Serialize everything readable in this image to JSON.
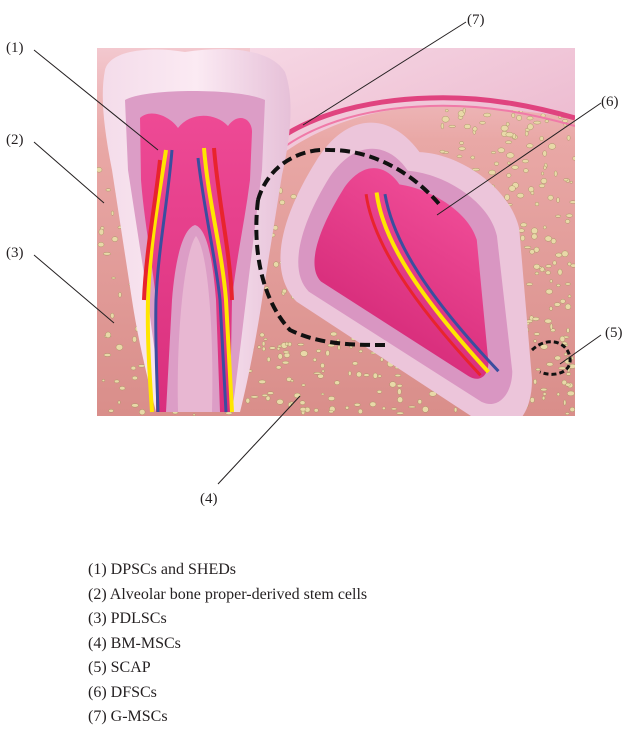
{
  "colors": {
    "background_tissue": "#e6a39a",
    "gum": "#f1c5d6",
    "enamel": "#ecd2e3",
    "dentin": "#d996c2",
    "pulp": "#e23385",
    "root_membrane": "#c27ab0",
    "bone_particles": "#e9d9a8",
    "nerve_yellow": "#ffe600",
    "nerve_red": "#e8242d",
    "nerve_blue": "#3a4e9f",
    "dashed_outline": "#111111"
  },
  "callouts": [
    {
      "id": "1",
      "text": "(1)"
    },
    {
      "id": "2",
      "text": "(2)"
    },
    {
      "id": "3",
      "text": "(3)"
    },
    {
      "id": "4",
      "text": "(4)"
    },
    {
      "id": "5",
      "text": "(5)"
    },
    {
      "id": "6",
      "text": "(6)"
    },
    {
      "id": "7",
      "text": "(7)"
    }
  ],
  "legend": [
    "(1) DPSCs and SHEDs",
    "(2) Alveolar bone proper-derived stem cells",
    "(3) PDLSCs",
    "(4) BM-MSCs",
    "(5) SCAP",
    "(6) DFSCs",
    "(7) G-MSCs"
  ]
}
